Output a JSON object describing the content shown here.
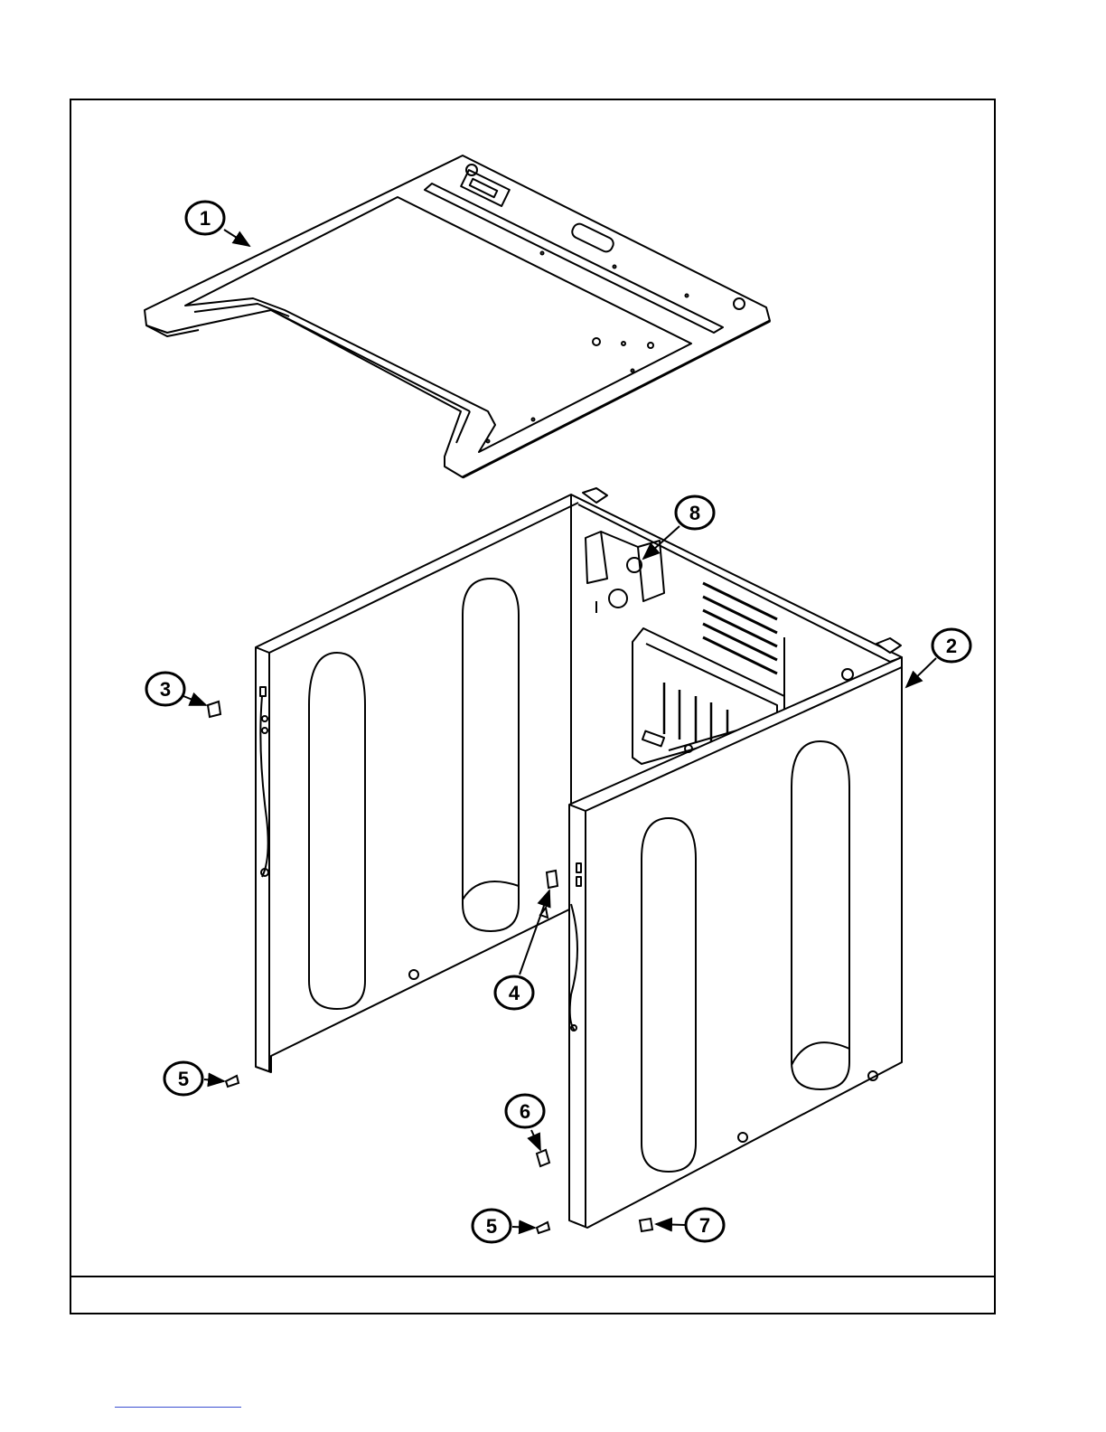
{
  "callouts": [
    {
      "id": "c1",
      "number": "1"
    },
    {
      "id": "c2",
      "number": "2"
    },
    {
      "id": "c3",
      "number": "3"
    },
    {
      "id": "c4",
      "number": "4"
    },
    {
      "id": "c5a",
      "number": "5"
    },
    {
      "id": "c5b",
      "number": "5"
    },
    {
      "id": "c6",
      "number": "6"
    },
    {
      "id": "c7",
      "number": "7"
    },
    {
      "id": "c8",
      "number": "8"
    }
  ],
  "footer": {
    "text": ""
  },
  "colors": {
    "line": "#000000",
    "link": "#3a4fd0",
    "background": "#ffffff"
  }
}
